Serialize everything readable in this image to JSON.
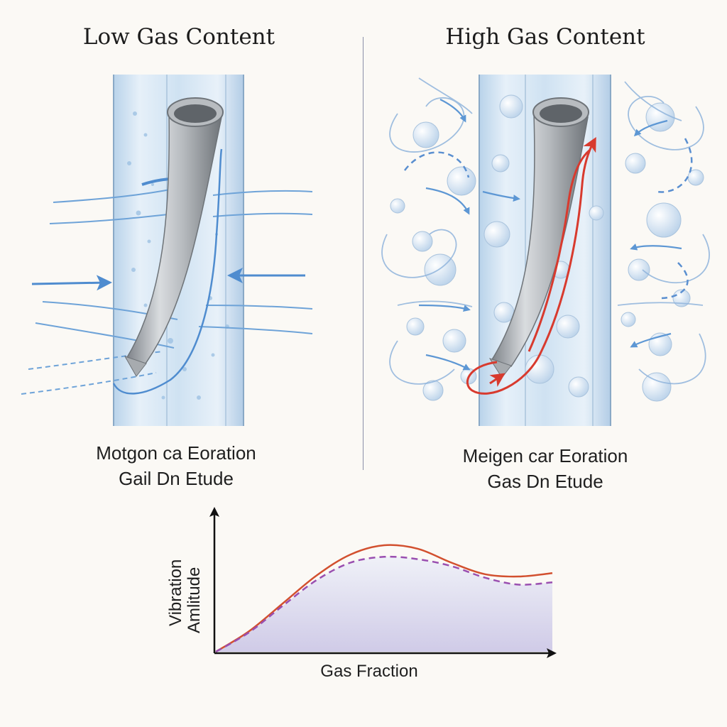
{
  "panels": {
    "left": {
      "title": "Low Gas Content",
      "caption_line1": "Motgon ca Eoration",
      "caption_line2": "Gail Dn Etude"
    },
    "right": {
      "title": "High Gas Content",
      "caption_line1": "Meigen car Eoration",
      "caption_line2": "Gas Dn Etude"
    }
  },
  "chart": {
    "xlabel": "Gas Fraction",
    "ylabel_line1": "Vibration",
    "ylabel_line2": "Amlitude"
  },
  "chart_data": {
    "type": "line",
    "title": "",
    "xlabel": "Gas Fraction",
    "ylabel": "Vibration Amlitude",
    "xlim": [
      0,
      1
    ],
    "ylim": [
      0,
      1
    ],
    "grid": false,
    "series": [
      {
        "style": "solid",
        "color": "#d2502f",
        "x": [
          0,
          0.1,
          0.2,
          0.3,
          0.4,
          0.5,
          0.6,
          0.7,
          0.8,
          0.9,
          1.0
        ],
        "y": [
          0,
          0.18,
          0.42,
          0.66,
          0.84,
          0.92,
          0.89,
          0.77,
          0.67,
          0.65,
          0.68
        ]
      },
      {
        "style": "dashed",
        "color": "#9a4fb0",
        "x": [
          0,
          0.1,
          0.2,
          0.3,
          0.4,
          0.5,
          0.6,
          0.7,
          0.8,
          0.9,
          1.0
        ],
        "y": [
          0,
          0.17,
          0.4,
          0.62,
          0.77,
          0.82,
          0.8,
          0.74,
          0.64,
          0.58,
          0.6
        ]
      }
    ]
  },
  "colors": {
    "pipe": "#c9dff0",
    "flow_arrow": "#5d97d4",
    "high_flow_arrow": "#d83a2e",
    "bubble": "#d3e4f3",
    "tube": "#9ea3a8"
  }
}
